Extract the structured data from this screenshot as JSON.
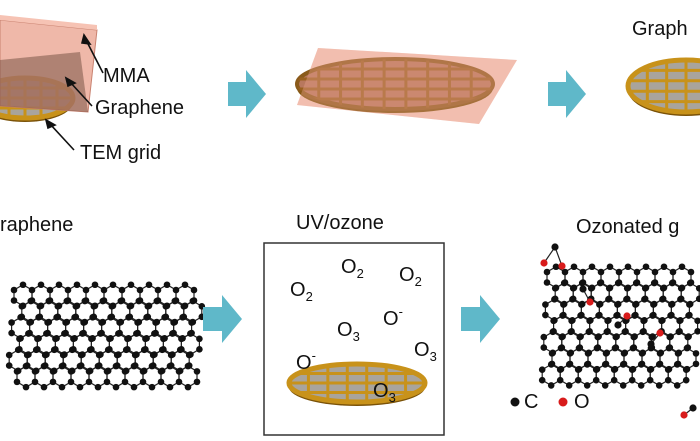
{
  "colors": {
    "arrow": "#5fb8c9",
    "pmma": "#e9a08c",
    "pmma_light": "#f6c3b4",
    "gold": "#c8921a",
    "gold_dark": "#7a5208",
    "graphene_fill": "#a9a49c",
    "carbon": "#111111",
    "oxygen": "#d81b1b",
    "text": "#111111"
  },
  "top_row": {
    "labels": {
      "pmma": "MMA",
      "graphene": "Graphene",
      "tem_grid": "TEM grid"
    },
    "step3_label": "Graph"
  },
  "bottom_row": {
    "left_title": "raphene",
    "middle_title": "UV/ozone",
    "right_title": "Ozonated g",
    "species": [
      {
        "base": "O",
        "sub": "2",
        "sup": ""
      },
      {
        "base": "O",
        "sub": "2",
        "sup": ""
      },
      {
        "base": "O",
        "sub": "2",
        "sup": ""
      },
      {
        "base": "O",
        "sub": "",
        "sup": "-"
      },
      {
        "base": "O",
        "sub": "3",
        "sup": ""
      },
      {
        "base": "O",
        "sub": "",
        "sup": "-"
      },
      {
        "base": "O",
        "sub": "3",
        "sup": ""
      },
      {
        "base": "O",
        "sub": "3",
        "sup": ""
      }
    ],
    "legend": {
      "carbon_label": "C",
      "oxygen_label": "O"
    }
  },
  "icons": [
    "flow-arrow-icon",
    "tem-grid-icon",
    "graphene-lattice-icon",
    "carbon-atom-icon",
    "oxygen-atom-icon"
  ]
}
